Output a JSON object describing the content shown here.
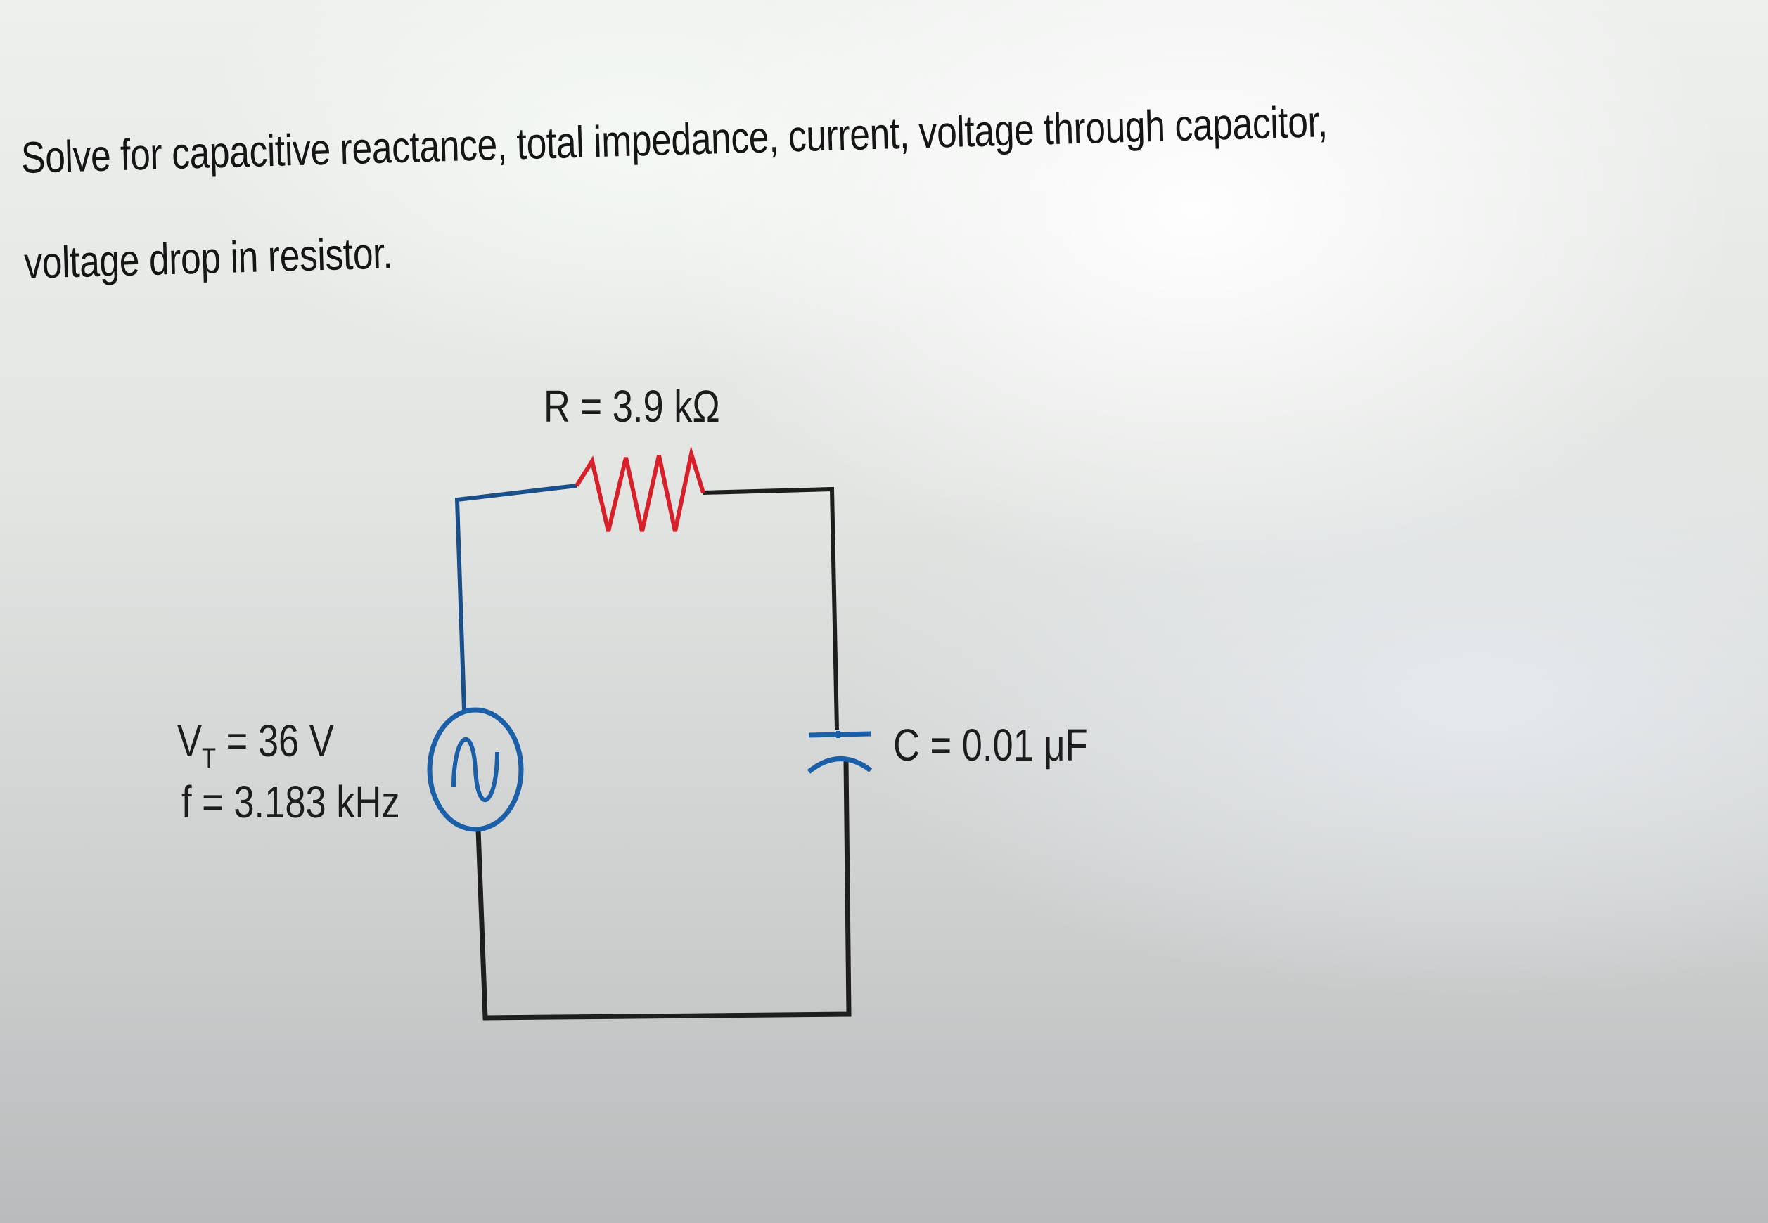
{
  "question": {
    "text": "Solve for capacitive reactance, total impedance, current, voltage through capacitor, voltage drop in resistor."
  },
  "circuit": {
    "resistor_label": "R = 3.9 kΩ",
    "capacitor_label": "C = 0.01 μF",
    "source_voltage_label": "V",
    "source_voltage_subscript": "T",
    "source_voltage_value": " = 36 V",
    "source_frequency_label": "f = 3.183 kHz",
    "colors": {
      "wire_top_and_left": "#1a4f8a",
      "wire_other": "#1e1e1e",
      "resistor": "#d8202a",
      "source": "#1a5fa8",
      "capacitor": "#1a5fa8"
    }
  }
}
